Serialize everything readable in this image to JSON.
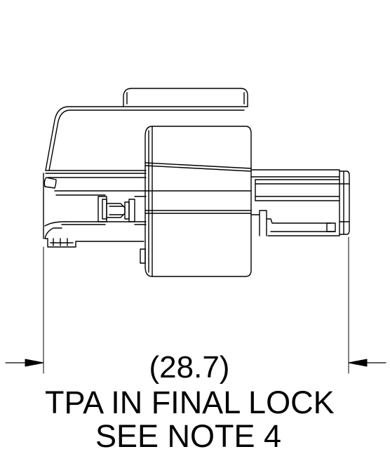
{
  "drawing": {
    "dimension": "(28.7)",
    "note_lines": [
      "TPA IN FINAL LOCK",
      "SEE NOTE 4"
    ],
    "line_color": "#000000",
    "background": "#ffffff"
  }
}
